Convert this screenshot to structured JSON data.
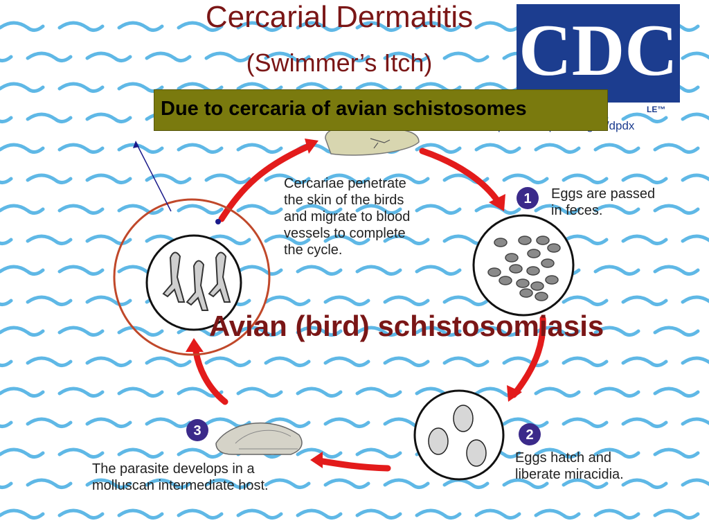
{
  "slide": {
    "title_line1": "Cercarial Dermatitis",
    "title_line2": "(Swimmer’s Itch)",
    "banner_text": "Due to cercaria of avian schistosomes",
    "big_label": "Avian (bird) schistosomiasis"
  },
  "logo": {
    "text": "CDC",
    "tm": "LE™",
    "url": "http://www.dpd.cdc.gov/dpdx"
  },
  "cycle": {
    "steps": [
      {
        "number": "1",
        "lines": [
          "Eggs are passed",
          "in feces."
        ]
      },
      {
        "number": "2",
        "lines": [
          "Eggs hatch and",
          "liberate miracidia."
        ]
      },
      {
        "number": "3",
        "lines": [
          "The parasite develops in a",
          "molluscan intermediate host."
        ]
      }
    ],
    "penetrate_lines": [
      "Cercariae penetrate",
      "the skin of the birds",
      "and migrate to blood",
      "vessels to complete",
      "the cycle."
    ]
  },
  "colors": {
    "title": "#7a1616",
    "banner_bg": "#7a7a0e",
    "arrow": "#e31b1b",
    "wave": "#5fb8e6",
    "step_badge": "#3b2a8a",
    "logo_blue": "#1c3d8f",
    "highlight_circle": "#c0482a"
  }
}
